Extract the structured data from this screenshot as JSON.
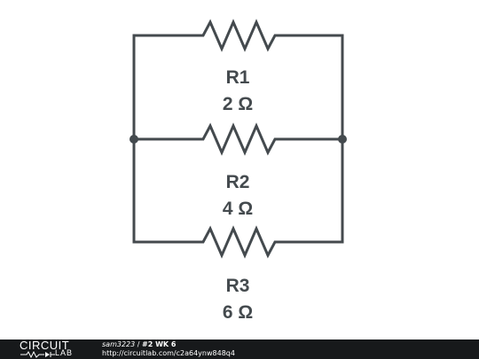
{
  "components": [
    {
      "name": "R1",
      "value": "2 Ω"
    },
    {
      "name": "R2",
      "value": "4 Ω"
    },
    {
      "name": "R3",
      "value": "6 Ω"
    }
  ],
  "colors": {
    "wire": "#444a4e",
    "footer_bg": "#17191b"
  },
  "footer": {
    "logo_top": "CIRCUIT",
    "logo_bottom": "LAB",
    "user": "sam3223",
    "separator": " / ",
    "title": "#2 WK 6",
    "url": "http://circuitlab.com/c2a64ynw848q4"
  }
}
